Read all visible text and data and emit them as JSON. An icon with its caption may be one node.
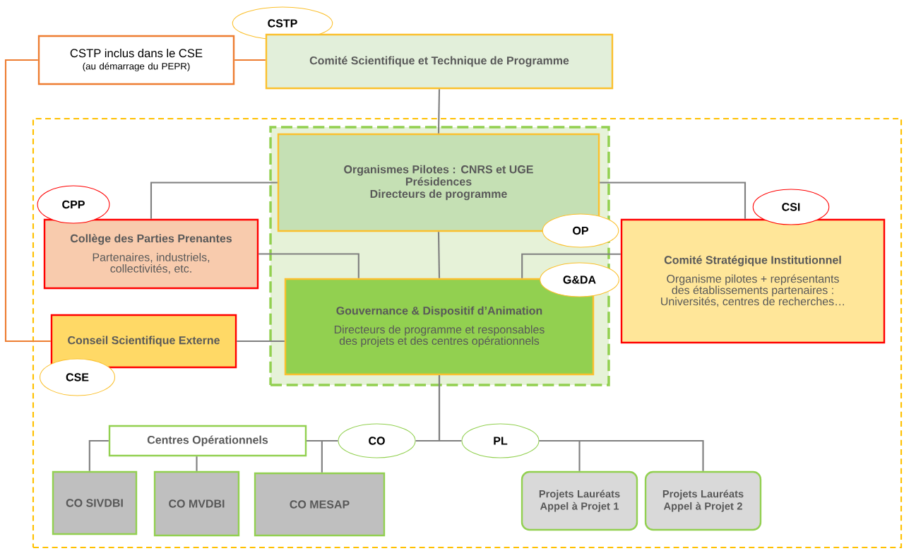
{
  "diagram": {
    "nodes": [
      {
        "text": [
          "CSTP"
        ]
      },
      {
        "text": [
          "CSTP inclus dans le CSE",
          "(au démarrage du PEPR)"
        ]
      },
      {
        "text": [
          "Comité Scientifique et Technique de Programme"
        ]
      },
      {
        "text": [],
        "shape": "box"
      },
      {
        "text": [],
        "shape": "box",
        "in": 3
      },
      {
        "text": [
          "Organismes Pilotes : CNRS et UGE",
          "Présidences",
          "Directeurs de programme"
        ],
        "in": 4
      },
      {
        "text": [
          "OP"
        ],
        "in": 3
      },
      {
        "text": [
          "Collège des Parties Prenantes",
          "Partenaires, industriels, collectivités, etc."
        ],
        "in": 3
      },
      {
        "text": [
          "CPP"
        ],
        "in": 3
      },
      {
        "text": [
          "Gouvernance & Dispositif d’Animation",
          "Directeurs de programme et responsables des projets et des centres opérationnels"
        ],
        "in": 4
      },
      {
        "text": [
          "G&DA"
        ],
        "in": 3
      },
      {
        "text": [
          "Comité Stratégique Institutionnel",
          "Organisme pilotes + représentants des établissements partenaires : Universités, centres de recherches…"
        ],
        "in": 3
      },
      {
        "text": [
          "CSI"
        ],
        "in": 3
      },
      {
        "text": [
          "Conseil Scientifique Externe"
        ],
        "in": 3
      },
      {
        "text": [
          "CSE"
        ],
        "in": 3
      },
      {
        "text": [
          "Centres Opérationnels"
        ],
        "in": 3
      },
      {
        "text": [
          "CO"
        ],
        "in": 3
      },
      {
        "text": [
          "PL"
        ],
        "in": 3
      },
      {
        "text": [
          "CO SIVDBI"
        ],
        "in": 3
      },
      {
        "text": [
          "CO MVDBI"
        ],
        "in": 3
      },
      {
        "text": [
          "CO MESAP"
        ],
        "in": 3
      },
      {
        "text": [
          "Projets Lauréats",
          "Appel à Projet 1"
        ],
        "in": 3
      },
      {
        "text": [
          "Projets Lauréats",
          "Appel à Projet 2"
        ],
        "in": 3
      }
    ],
    "edges": [
      {
        "from": 1,
        "to": 2,
        "arrow": "none",
        "color": "#ed7d31"
      },
      {
        "from": 1,
        "to": 13,
        "arrow": "none",
        "color": "#ed7d31"
      },
      {
        "from": 2,
        "to": 5,
        "arrow": "none"
      },
      {
        "from": 5,
        "to": 7,
        "arrow": "none"
      },
      {
        "from": 5,
        "to": 11,
        "arrow": "none"
      },
      {
        "from": 5,
        "to": 9,
        "arrow": "none"
      },
      {
        "from": 7,
        "to": 9,
        "arrow": "none"
      },
      {
        "from": 11,
        "to": 9,
        "arrow": "none"
      },
      {
        "from": 13,
        "to": 9,
        "arrow": "none"
      },
      {
        "from": 9,
        "to": 16,
        "arrow": "none"
      },
      {
        "from": 9,
        "to": 17,
        "arrow": "none"
      },
      {
        "from": 16,
        "to": 15,
        "arrow": "none"
      },
      {
        "from": 15,
        "to": 18,
        "arrow": "none"
      },
      {
        "from": 15,
        "to": 19,
        "arrow": "none"
      },
      {
        "from": 15,
        "to": 20,
        "arrow": "none"
      },
      {
        "from": 17,
        "to": 21,
        "arrow": "none"
      },
      {
        "from": 17,
        "to": 22,
        "arrow": "none"
      }
    ]
  }
}
